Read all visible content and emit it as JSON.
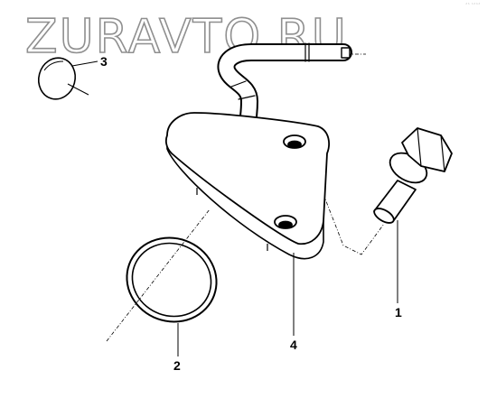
{
  "watermark": "ZURAVTO.RU",
  "corner_mark": "ˆˆ ˆˆˆˆ",
  "callouts": {
    "bolt": "1",
    "o_ring": "2",
    "cap": "3",
    "flange_pipe": "4"
  }
}
